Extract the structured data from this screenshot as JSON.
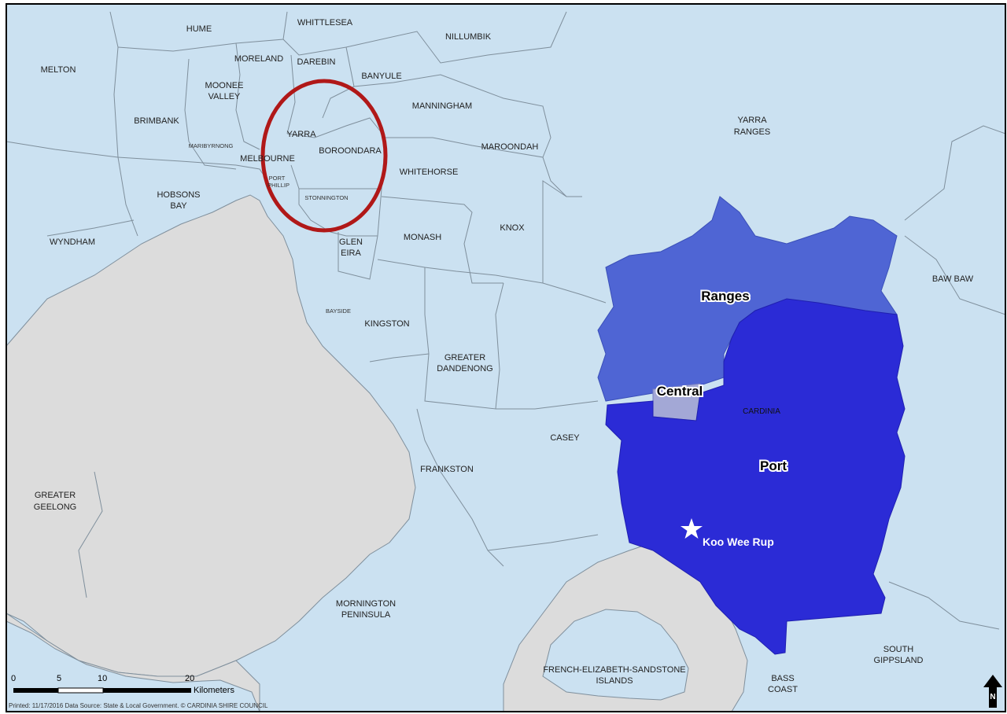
{
  "map": {
    "lga_labels": {
      "hume": "HUME",
      "whittlesea": "WHITTLESEA",
      "nillumbik": "NILLUMBIK",
      "melton": "MELTON",
      "moreland": "MORELAND",
      "darebin": "DAREBIN",
      "banyule": "BANYULE",
      "moonee_valley_1": "MOONEE",
      "moonee_valley_2": "VALLEY",
      "manningham": "MANNINGHAM",
      "brimbank": "BRIMBANK",
      "yarra": "YARRA",
      "maribyrnong": "MARIBYRNONG",
      "boroondara": "BOROONDARA",
      "maroondah": "MAROONDAH",
      "yarra_ranges_1": "YARRA",
      "yarra_ranges_2": "RANGES",
      "melbourne": "MELBOURNE",
      "whitehorse": "WHITEHORSE",
      "port_phillip_1": "PORT",
      "port_phillip_2": "PHILLIP",
      "hobsons_bay_1": "HOBSONS",
      "hobsons_bay_2": "BAY",
      "stonnington": "STONNINGTON",
      "wyndham": "WYNDHAM",
      "glen_eira_1": "GLEN",
      "glen_eira_2": "EIRA",
      "monash": "MONASH",
      "knox": "KNOX",
      "baw_baw": "BAW BAW",
      "bayside": "BAYSIDE",
      "kingston": "KINGSTON",
      "greater_dandenong_1": "GREATER",
      "greater_dandenong_2": "DANDENONG",
      "cardinia": "CARDINIA",
      "casey": "CASEY",
      "frankston": "FRANKSTON",
      "greater_geelong_1": "GREATER",
      "greater_geelong_2": "GEELONG",
      "mornington_1": "MORNINGTON",
      "mornington_2": "PENINSULA",
      "french_island_1": "FRENCH-ELIZABETH-SANDSTONE",
      "french_island_2": "ISLANDS",
      "bass_coast_1": "BASS",
      "bass_coast_2": "COAST",
      "south_gippsland_1": "SOUTH",
      "south_gippsland_2": "GIPPSLAND"
    },
    "regions": {
      "ranges": "Ranges",
      "central": "Central",
      "port": "Port"
    },
    "town": "Koo Wee Rup",
    "scale": {
      "tick_0": "0",
      "tick_5": "5",
      "tick_10": "10",
      "tick_20": "20",
      "unit": "Kilometers"
    },
    "north_label": "N",
    "printed": "Printed: 11/17/2016 Data Source: State & Local Government. © CARDINIA SHIRE COUNCIL",
    "colors": {
      "land": "#cbe1f1",
      "water": "#dcdcdc",
      "boundary": "#7f8f9c",
      "ranges": "#4f65d4",
      "port": "#2b2bd6",
      "central": "#a3a8d6",
      "highlight_circle": "#b01818"
    }
  }
}
